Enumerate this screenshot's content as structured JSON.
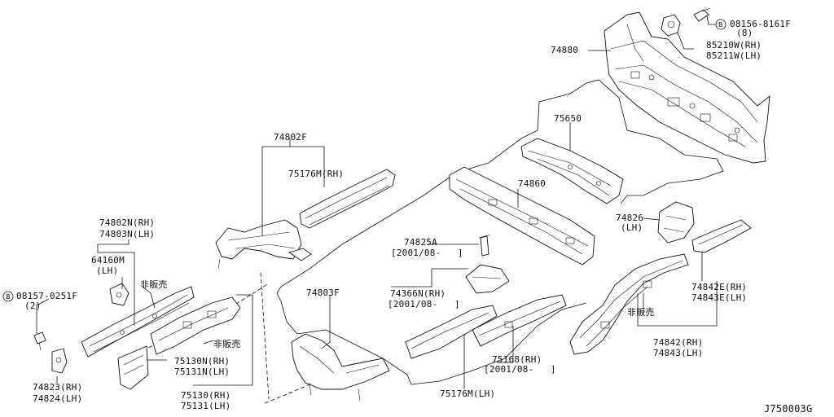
{
  "diagram_id": "J750003G",
  "labels": {
    "p74880": "74880",
    "bolt_top": "08156-8161F",
    "bolt_top_qty": "(8)",
    "p85210w": "85210W(RH)",
    "p85211w": "85211W(LH)",
    "p75650": "75650",
    "p74802f": "74802F",
    "p75176m_rh": "75176M(RH)",
    "p74860": "74860",
    "p74826": "74826",
    "p74826_side": "(LH)",
    "p74802n": "74802N(RH)",
    "p74803n": "74803N(LH)",
    "p64160m": "64160M",
    "p64160m_side": "(LH)",
    "not_for_sale_1": "非販売",
    "p74825a": "74825A",
    "p74825a_date": "[2001/08-   ]",
    "bolt_left": "08157-0251F",
    "bolt_left_qty": "(2)",
    "p74803f": "74803F",
    "p74366n": "74366N(RH)",
    "p74366n_date": "[2001/08-   ]",
    "p74842e": "74842E(RH)",
    "p74843e": "74843E(LH)",
    "not_for_sale_2": "非販売",
    "not_for_sale_3": "非販売",
    "p75130n": "75130N(RH)",
    "p75131n": "75131N(LH)",
    "p75168": "75168(RH)",
    "p75168_date": "[2001/08-   ]",
    "p74842": "74842(RH)",
    "p74843": "74843(LH)",
    "p74823": "74823(RH)",
    "p74824": "74824(LH)",
    "p75130": "75130(RH)",
    "p75131": "75131(LH)",
    "p75176m_lh": "75176M(LH)",
    "circle_b": "B"
  }
}
